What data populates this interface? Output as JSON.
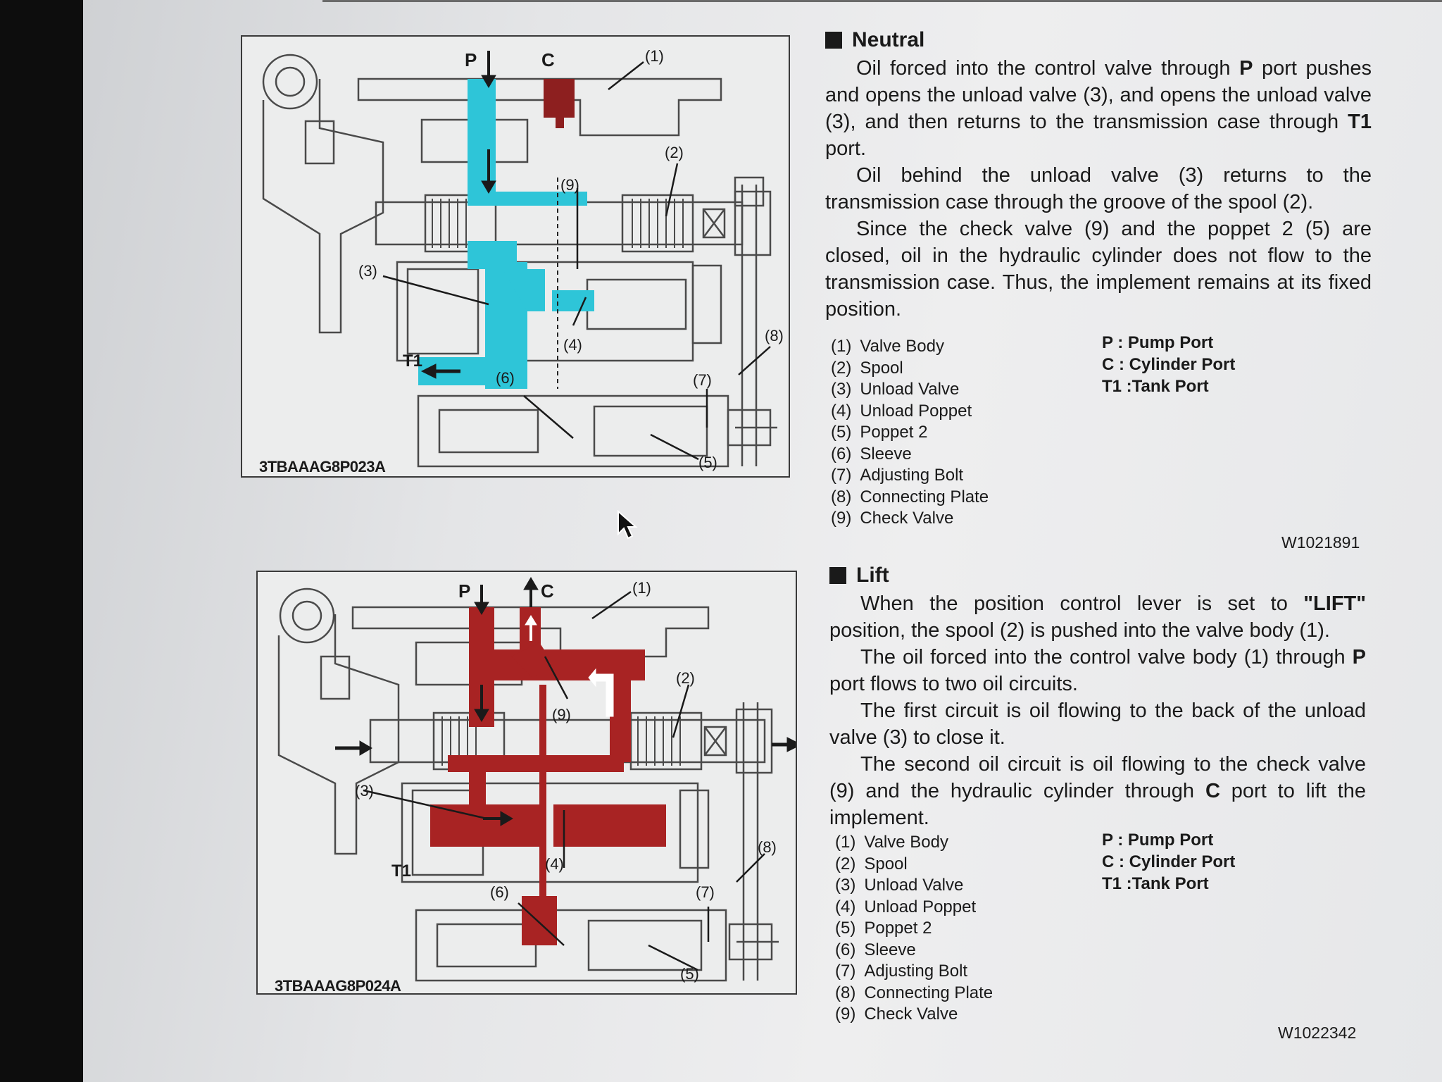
{
  "sections": [
    {
      "id": "neutral",
      "heading": "Neutral",
      "paragraphs": [
        {
          "parts": [
            {
              "t": "Oil forced into the control valve through ",
              "b": false
            },
            {
              "t": "P",
              "b": true
            },
            {
              "t": " port pushes and opens the unload valve (3), and opens the unload valve (3), and then returns to the transmission case through ",
              "b": false
            },
            {
              "t": "T1",
              "b": true
            },
            {
              "t": " port.",
              "b": false
            }
          ]
        },
        {
          "parts": [
            {
              "t": "Oil behind the unload valve (3) returns to the transmission case through the groove of the spool (2).",
              "b": false
            }
          ]
        },
        {
          "parts": [
            {
              "t": "Since the check valve (9) and the poppet 2 (5) are closed, oil in the hydraulic cylinder does not flow to the transmission case.  Thus, the implement remains at its fixed position.",
              "b": false
            }
          ]
        }
      ],
      "parts_list": [
        {
          "num": "(1)",
          "name": "Valve Body"
        },
        {
          "num": "(2)",
          "name": "Spool"
        },
        {
          "num": "(3)",
          "name": "Unload Valve"
        },
        {
          "num": "(4)",
          "name": "Unload Poppet"
        },
        {
          "num": "(5)",
          "name": "Poppet 2"
        },
        {
          "num": "(6)",
          "name": "Sleeve"
        },
        {
          "num": "(7)",
          "name": "Adjusting Bolt"
        },
        {
          "num": "(8)",
          "name": "Connecting Plate"
        },
        {
          "num": "(9)",
          "name": "Check Valve"
        }
      ],
      "ports": [
        "P : Pump Port",
        "C : Cylinder Port",
        "T1 :Tank Port"
      ],
      "code": "W1021891",
      "figure": {
        "code": "3TBAAAG8P023A",
        "labels": {
          "p": "P",
          "c": "C",
          "t1": "T1",
          "n1": "(1)",
          "n2": "(2)",
          "n3": "(3)",
          "n4": "(4)",
          "n5": "(5)",
          "n6": "(6)",
          "n7": "(7)",
          "n8": "(8)",
          "n9": "(9)"
        },
        "oil_color": "#2ec5d8"
      }
    },
    {
      "id": "lift",
      "heading": "Lift",
      "paragraphs": [
        {
          "parts": [
            {
              "t": "When the position control lever is set to ",
              "b": false
            },
            {
              "t": "\"LIFT\"",
              "b": true
            },
            {
              "t": " position, the spool (2) is pushed into the valve body (1).",
              "b": false
            }
          ]
        },
        {
          "parts": [
            {
              "t": "The oil forced into the control valve body (1) through ",
              "b": false
            },
            {
              "t": "P",
              "b": true
            },
            {
              "t": " port flows to two oil circuits.",
              "b": false
            }
          ]
        },
        {
          "parts": [
            {
              "t": "The first circuit is oil flowing to the back of the unload valve (3) to close it.",
              "b": false
            }
          ]
        },
        {
          "parts": [
            {
              "t": "The second oil circuit is oil flowing to the check valve (9) and the hydraulic cylinder through ",
              "b": false
            },
            {
              "t": "C",
              "b": true
            },
            {
              "t": " port to lift the implement.",
              "b": false
            }
          ]
        }
      ],
      "parts_list": [
        {
          "num": "(1)",
          "name": "Valve Body"
        },
        {
          "num": "(2)",
          "name": "Spool"
        },
        {
          "num": "(3)",
          "name": "Unload Valve"
        },
        {
          "num": "(4)",
          "name": "Unload Poppet"
        },
        {
          "num": "(5)",
          "name": "Poppet 2"
        },
        {
          "num": "(6)",
          "name": "Sleeve"
        },
        {
          "num": "(7)",
          "name": "Adjusting Bolt"
        },
        {
          "num": "(8)",
          "name": "Connecting Plate"
        },
        {
          "num": "(9)",
          "name": "Check Valve"
        }
      ],
      "ports": [
        "P : Pump Port",
        "C : Cylinder Port",
        "T1 :Tank Port"
      ],
      "code": "W1022342",
      "figure": {
        "code": "3TBAAAG8P024A",
        "labels": {
          "p": "P",
          "c": "C",
          "t1": "T1",
          "n1": "(1)",
          "n2": "(2)",
          "n3": "(3)",
          "n4": "(4)",
          "n5": "(5)",
          "n6": "(6)",
          "n7": "(7)",
          "n8": "(8)",
          "n9": "(9)"
        },
        "oil_color": "#a82323"
      }
    }
  ]
}
